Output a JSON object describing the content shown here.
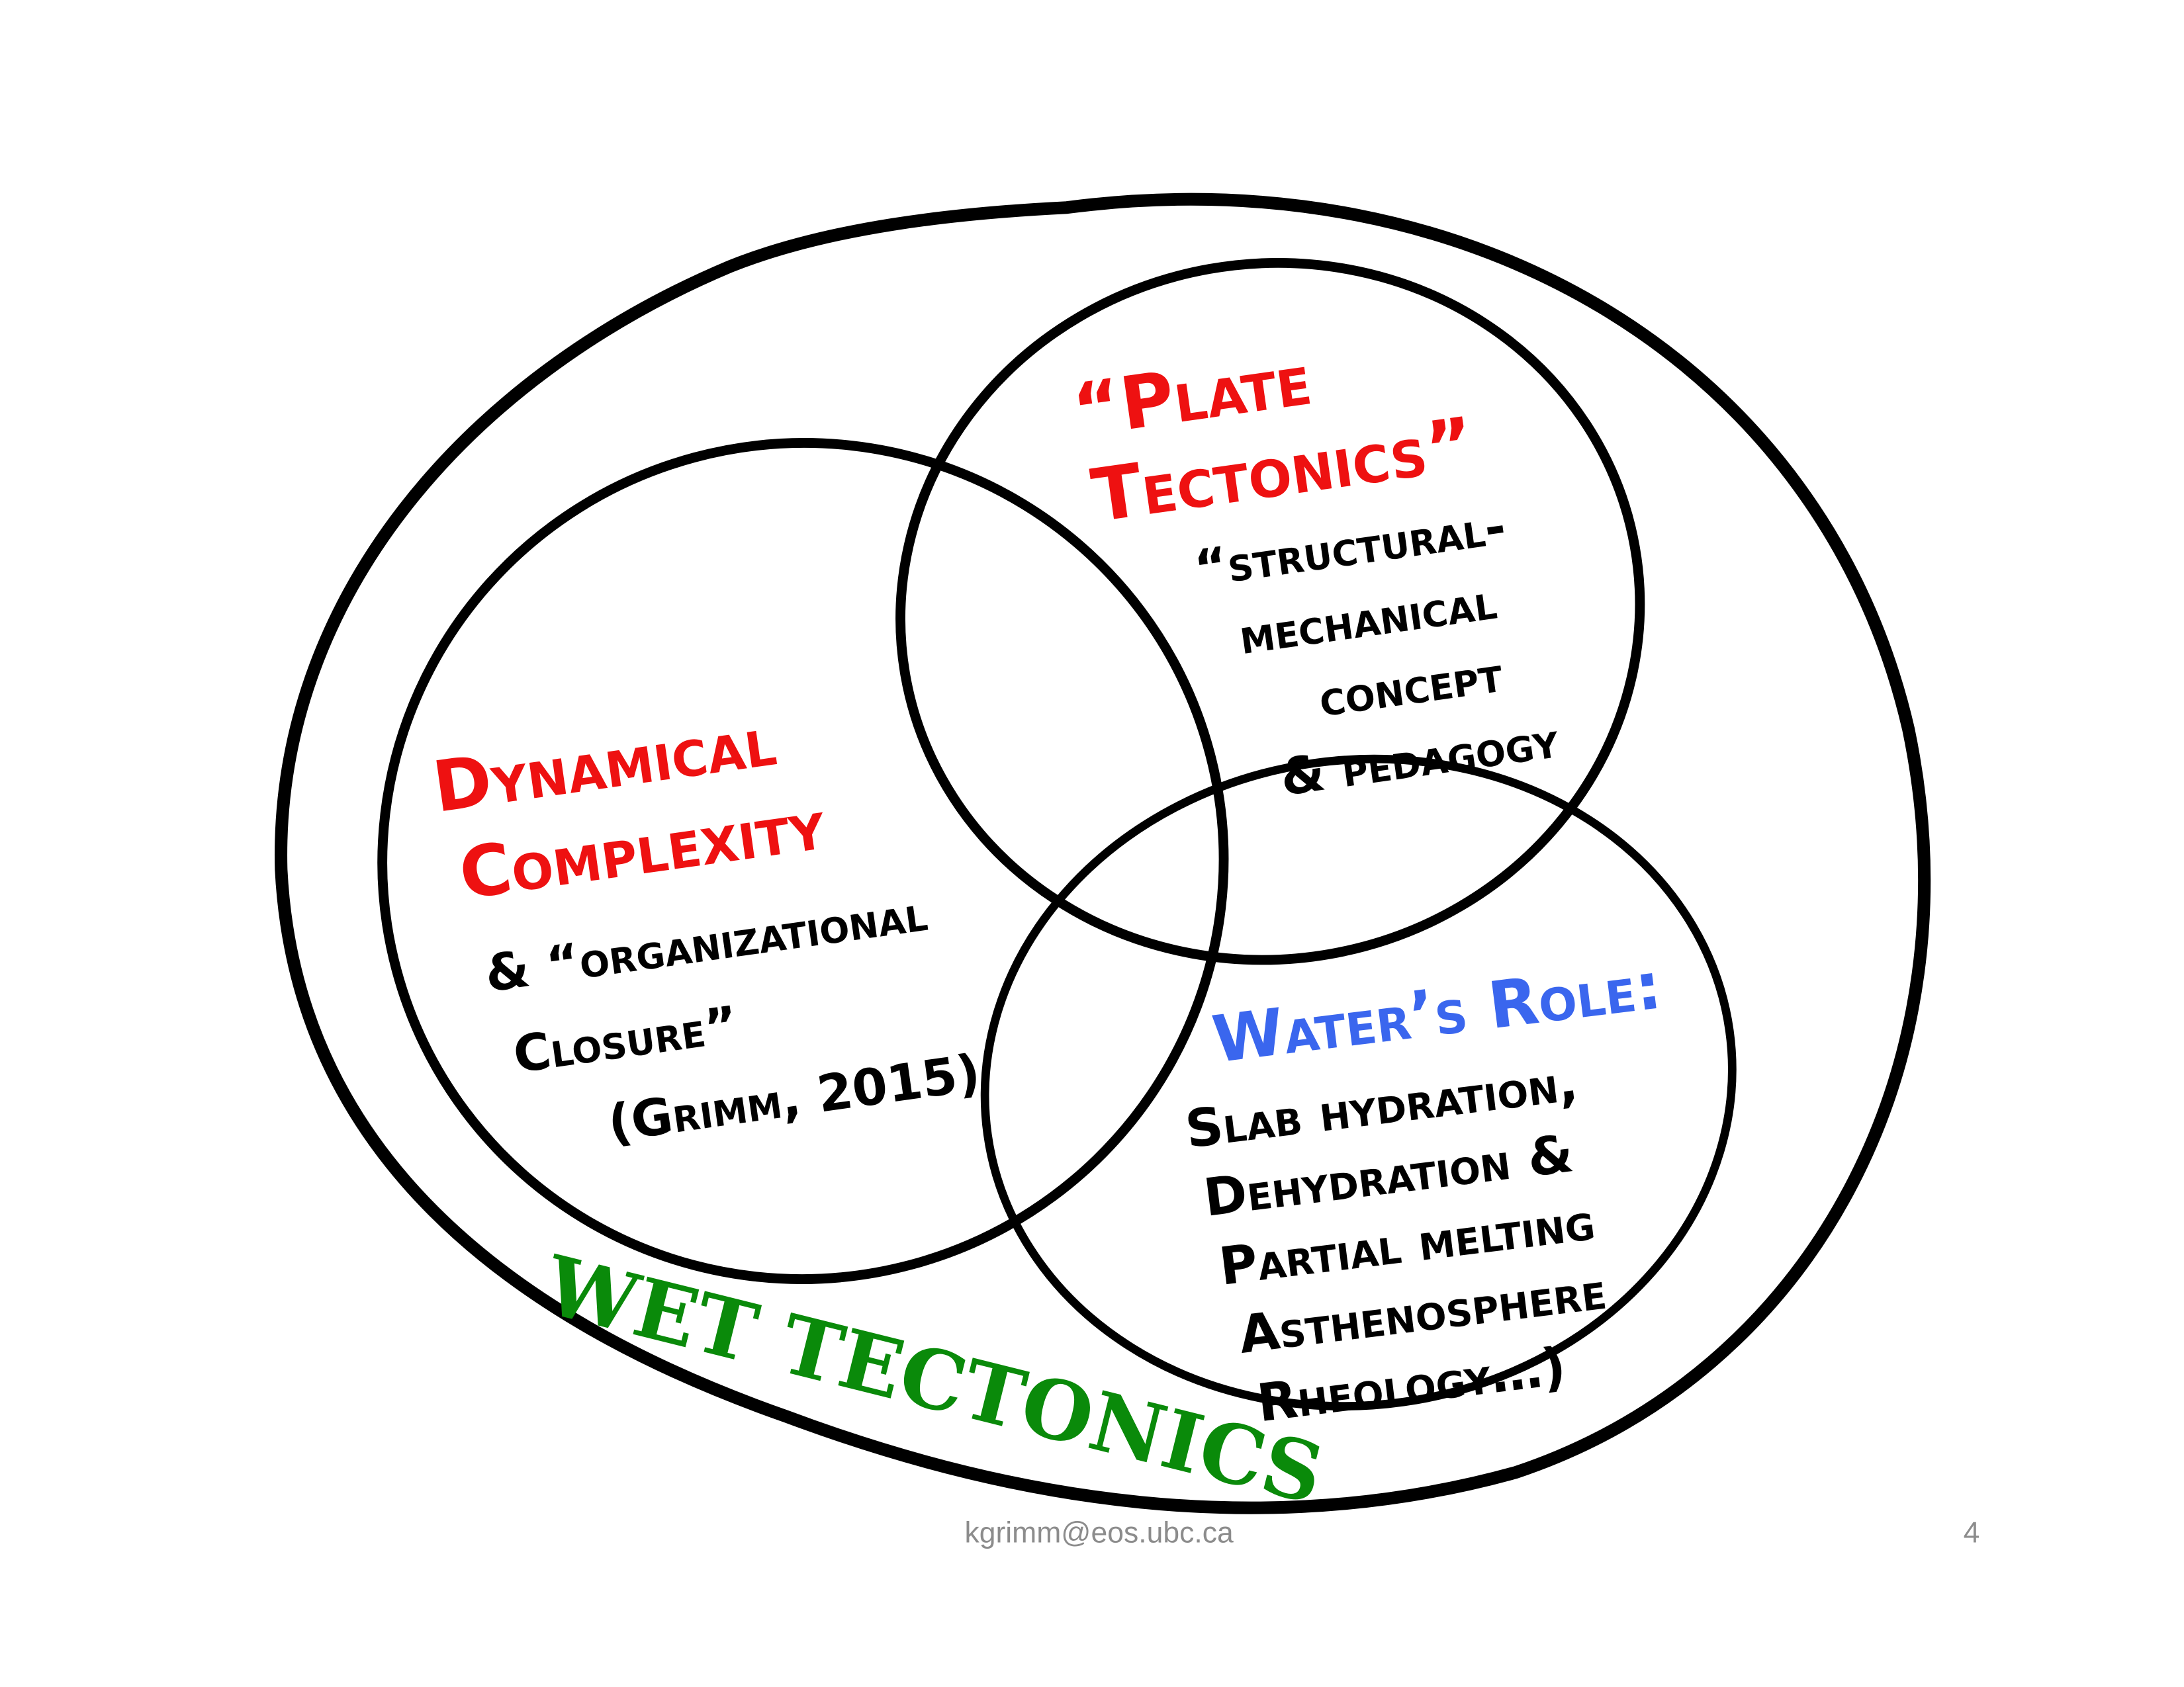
{
  "diagram": {
    "type": "venn",
    "outer_label": "Wet Tectonics",
    "circles": [
      {
        "id": "dynamical-complexity",
        "title_lines": [
          "Dynamical",
          "Complexity"
        ],
        "body_lines": [
          "& “organizational",
          "Closure”",
          "(Grimm, 2015)"
        ]
      },
      {
        "id": "plate-tectonics",
        "title_lines": [
          "“Plate",
          "Tectonics”"
        ],
        "body_lines": [
          "“structural-",
          "mechanical",
          "concept",
          "& pedagogy"
        ]
      },
      {
        "id": "waters-role",
        "title_lines": [
          "Water’s Role:"
        ],
        "body_lines": [
          "Slab hydration,",
          "Dehydration &",
          "Partial melting",
          "Asthenosphere",
          "Rheology…)"
        ]
      }
    ]
  },
  "footer": {
    "email": "kgrimm@eos.ubc.ca",
    "page_number": "4"
  },
  "colors": {
    "title_red": "#ee1111",
    "title_blue": "#3a66ee",
    "outer_green": "#0a8a0a",
    "outline": "#000000"
  }
}
